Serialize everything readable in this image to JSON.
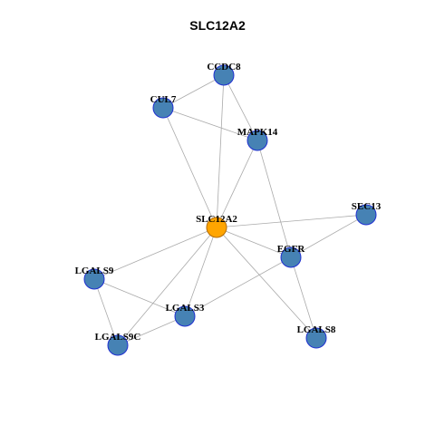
{
  "title": "SLC12A2",
  "colors": {
    "node_fill": "#4682b4",
    "node_stroke": "#1f2fd1",
    "center_fill": "#ffa500",
    "center_stroke": "#b36b00",
    "edge": "#aaaaaa"
  },
  "nodes": [
    {
      "id": "CCDC8",
      "label": "CCDC8",
      "role": "neighbor"
    },
    {
      "id": "CUL7",
      "label": "CUL7",
      "role": "neighbor"
    },
    {
      "id": "MAPK14",
      "label": "MAPK14",
      "role": "neighbor"
    },
    {
      "id": "SEC13",
      "label": "SEC13",
      "role": "neighbor"
    },
    {
      "id": "SLC12A2",
      "label": "SLC12A2",
      "role": "center"
    },
    {
      "id": "EGFR",
      "label": "EGFR",
      "role": "neighbor"
    },
    {
      "id": "LGALS9",
      "label": "LGALS9",
      "role": "neighbor"
    },
    {
      "id": "LGALS3",
      "label": "LGALS3",
      "role": "neighbor"
    },
    {
      "id": "LGALS9C",
      "label": "LGALS9C",
      "role": "neighbor"
    },
    {
      "id": "LGALS8",
      "label": "LGALS8",
      "role": "neighbor"
    }
  ],
  "edges": [
    [
      "CCDC8",
      "CUL7"
    ],
    [
      "CCDC8",
      "MAPK14"
    ],
    [
      "CCDC8",
      "SLC12A2"
    ],
    [
      "CUL7",
      "MAPK14"
    ],
    [
      "CUL7",
      "SLC12A2"
    ],
    [
      "MAPK14",
      "SLC12A2"
    ],
    [
      "MAPK14",
      "EGFR"
    ],
    [
      "SEC13",
      "SLC12A2"
    ],
    [
      "SEC13",
      "EGFR"
    ],
    [
      "SLC12A2",
      "EGFR"
    ],
    [
      "SLC12A2",
      "LGALS9"
    ],
    [
      "SLC12A2",
      "LGALS3"
    ],
    [
      "SLC12A2",
      "LGALS9C"
    ],
    [
      "SLC12A2",
      "LGALS8"
    ],
    [
      "EGFR",
      "LGALS3"
    ],
    [
      "EGFR",
      "LGALS8"
    ],
    [
      "LGALS9",
      "LGALS3"
    ],
    [
      "LGALS9",
      "LGALS9C"
    ],
    [
      "LGALS3",
      "LGALS9C"
    ]
  ]
}
